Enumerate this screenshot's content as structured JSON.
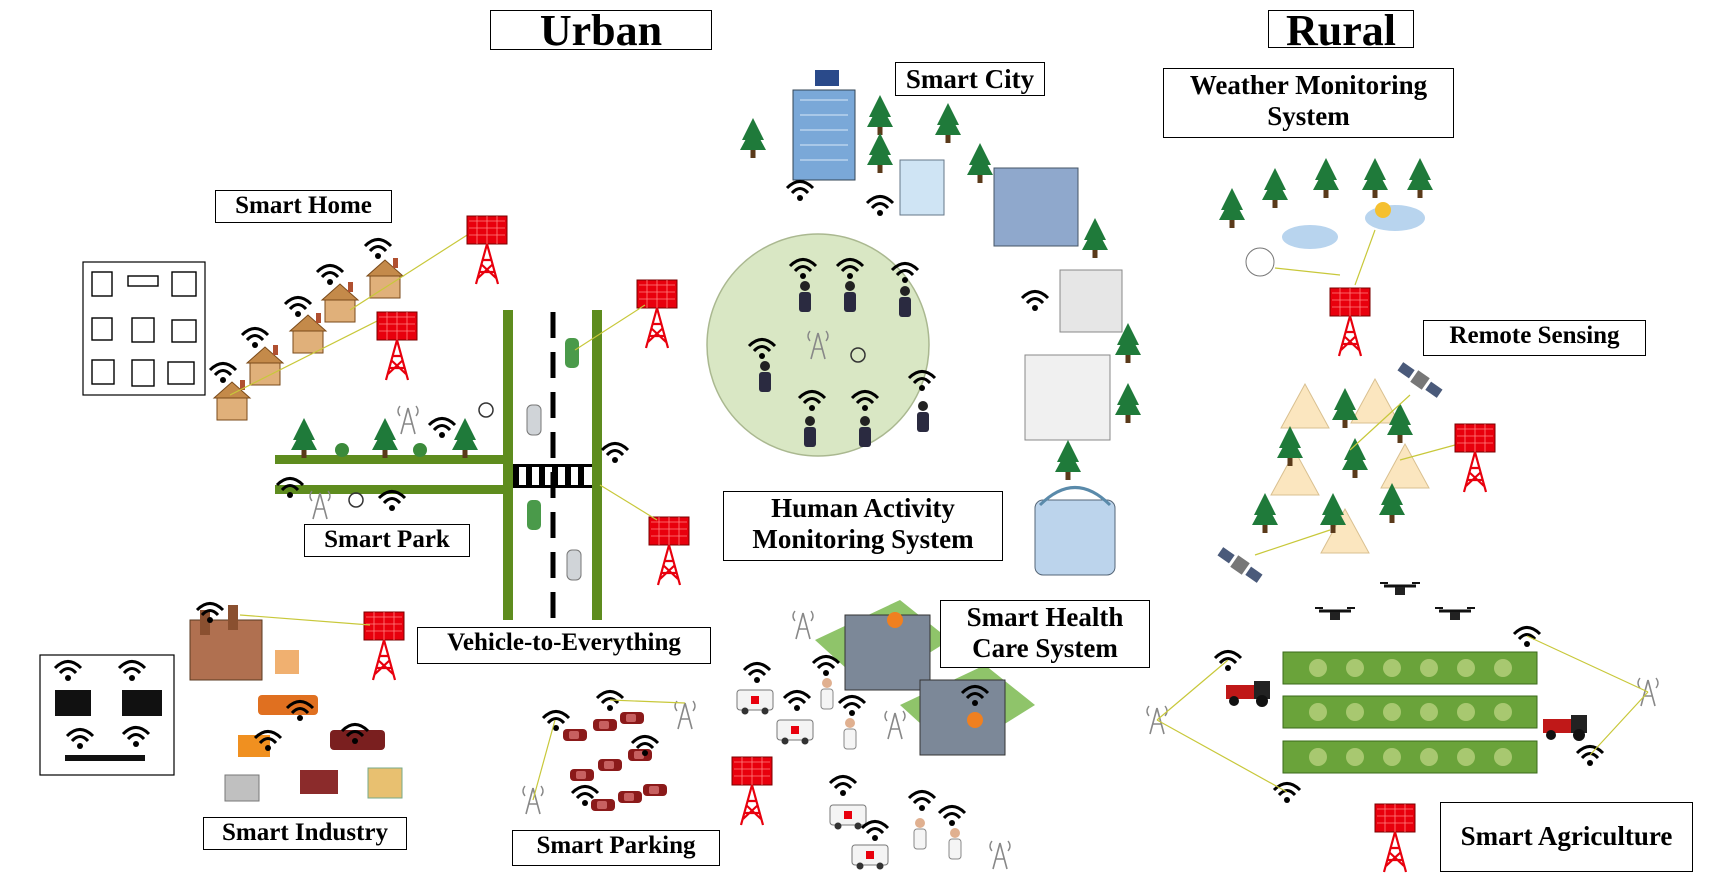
{
  "headings": {
    "urban": "Urban",
    "rural": "Rural"
  },
  "labels": {
    "smart_city": "Smart City",
    "weather_line1": "Weather Monitoring",
    "weather_line2": "System",
    "smart_home": "Smart Home",
    "remote_sensing": "Remote Sensing",
    "human_activity_line1": "Human Activity",
    "human_activity_line2": "Monitoring System",
    "smart_park": "Smart Park",
    "vehicle_to_everything": "Vehicle-to-Everything",
    "smart_health_line1": "Smart Health",
    "smart_health_line2": "Care System",
    "smart_industry": "Smart Industry",
    "smart_parking": "Smart Parking",
    "smart_agriculture": "Smart Agriculture"
  },
  "colors": {
    "tower": "#e8000d",
    "tree": "#1f7a3a",
    "road": "#5e8c1e",
    "house": "#d8a46a",
    "crowd_circle": "#d9e7c4",
    "field": "#6aa33a",
    "car_red": "#8b1a1a",
    "link": "#c8c83a"
  }
}
